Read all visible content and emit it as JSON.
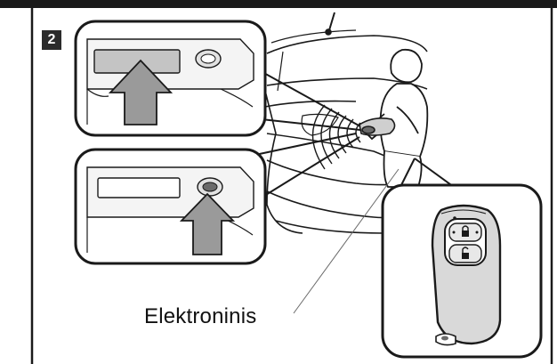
{
  "figure": {
    "step_number": "2",
    "key_caption": "Elektroninis"
  },
  "panels": [
    {
      "name": "top-inset",
      "depicts": "switch-slot-with-arrow"
    },
    {
      "name": "bottom-inset",
      "depicts": "small-button-with-arrow"
    },
    {
      "name": "key-inset",
      "depicts": "smart-key-fob"
    }
  ],
  "icons": [
    "up-arrow-icon",
    "lock-icon",
    "unlock-icon"
  ],
  "colors": {
    "line": "#1a1a1a",
    "arrow_fill": "#9a9a9a",
    "badge_bg": "#2b2b2b",
    "key_fill": "#d9d9d9"
  }
}
